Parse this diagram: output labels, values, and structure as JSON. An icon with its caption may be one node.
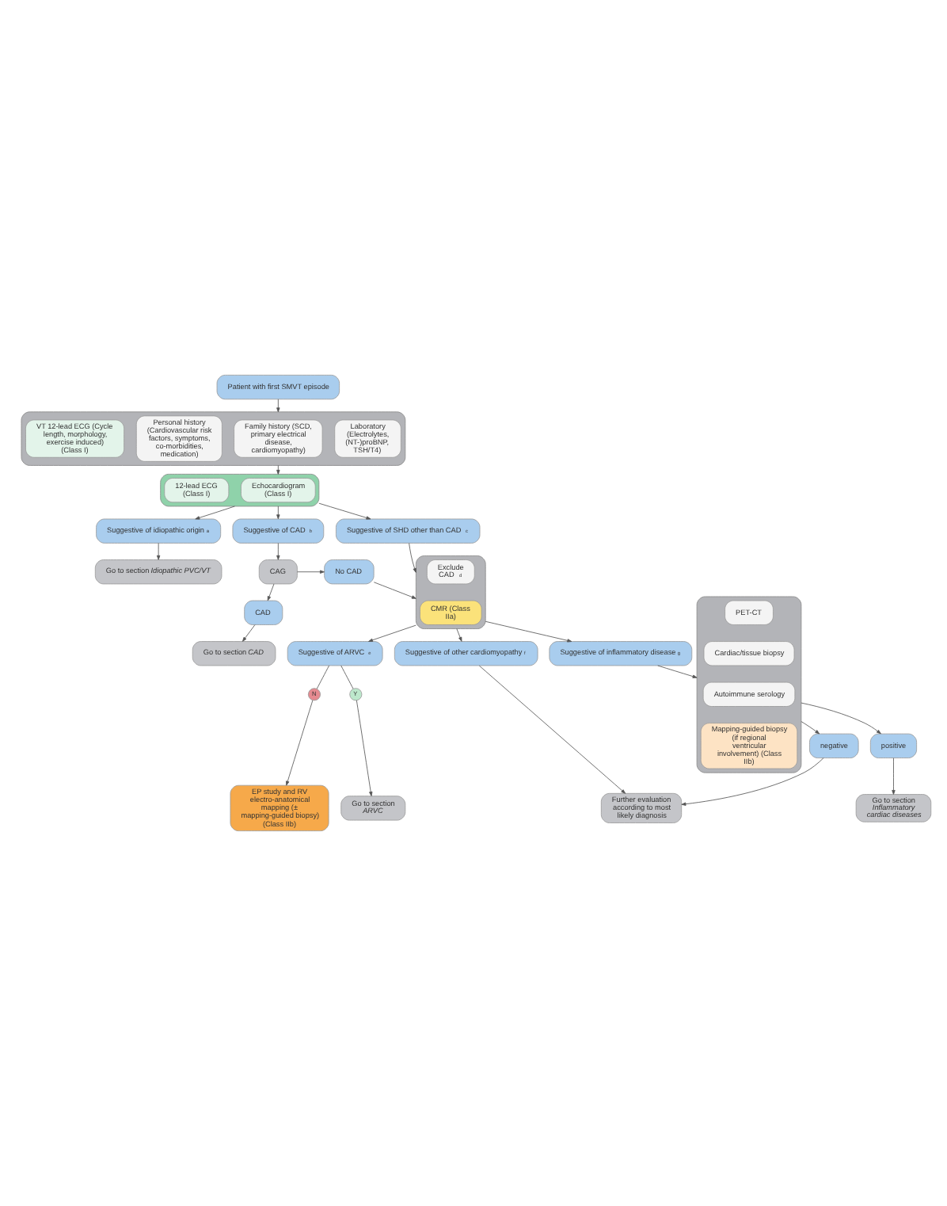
{
  "diagram": {
    "nodes": [
      {
        "text": [
          "Patient with first SMVT episode"
        ]
      },
      {
        "text": [],
        "shape": "box"
      },
      {
        "text": [
          "VT 12-lead ECG (Cycle length, morphology, exercise induced) (Class I)"
        ],
        "in": 1
      },
      {
        "text": [
          "Personal history (Cardiovascular risk factors, symptoms, co-morbidities, medication)"
        ],
        "in": 1
      },
      {
        "text": [
          "Family history (SCD, primary electrical disease, cardiomyopathy)"
        ],
        "in": 1
      },
      {
        "text": [
          "Laboratory (Electrolytes, (NT-)proBNP, TSH/T4)"
        ],
        "in": 1
      },
      {
        "text": [],
        "shape": "box"
      },
      {
        "text": [
          "12-lead ECG (Class I)"
        ],
        "in": 6
      },
      {
        "text": [
          "Echocardiogram (Class I)"
        ],
        "in": 6
      },
      {
        "text": [
          "Suggestive of idiopathic origin$^{a}$"
        ]
      },
      {
        "text": [
          "Suggestive of CAD$^{b}$"
        ]
      },
      {
        "text": [
          "Suggestive of SHD other than CAD$^{c}$"
        ]
      },
      {
        "text": [
          "Go to section *Idiopathic PVC/VT*"
        ]
      },
      {
        "text": [
          "CAG"
        ]
      },
      {
        "text": [
          "No CAD"
        ]
      },
      {
        "text": [
          "CAD"
        ]
      },
      {
        "text": [
          "Go to section *CAD*"
        ]
      },
      {
        "text": [],
        "shape": "box"
      },
      {
        "text": [
          "Exclude CAD$^{d}$"
        ],
        "in": 17
      },
      {
        "text": [
          "CMR (Class IIa)"
        ],
        "in": 17
      },
      {
        "text": [
          "Suggestive of ARVC$^{e}$"
        ]
      },
      {
        "text": [
          "Suggestive of other cardiomyopathy$^{f}$"
        ]
      },
      {
        "text": [
          "Suggestive of inflammatory disease$^{g}$"
        ]
      },
      {
        "text": [],
        "shape": "box"
      },
      {
        "text": [
          "PET-CT"
        ],
        "in": 23
      },
      {
        "text": [
          "Cardiac/tissue biopsy"
        ],
        "in": 23
      },
      {
        "text": [
          "Autoimmune serology"
        ],
        "in": 23
      },
      {
        "text": [
          "Mapping-guided biopsy (if regional ventricular involvement) (Class IIb)"
        ],
        "in": 23
      },
      {
        "text": [
          "N"
        ]
      },
      {
        "text": [
          "Y"
        ]
      },
      {
        "text": [
          "negative"
        ]
      },
      {
        "text": [
          "positive"
        ]
      },
      {
        "text": [
          "EP study and RV electro-anatomical mapping (± mapping-guided biopsy) (Class IIb)"
        ]
      },
      {
        "text": [
          "Go to section *ARVC*"
        ]
      },
      {
        "text": [
          "Further evaluation according to most likely diagnosis"
        ]
      },
      {
        "text": [
          "Go to section *Inflammatory cardiac diseases*"
        ]
      }
    ],
    "edges": [
      {
        "from": 0,
        "to": 1,
        "arrow": "to"
      },
      {
        "from": 1,
        "to": 6,
        "arrow": "to"
      },
      {
        "from": 6,
        "to": 9,
        "arrow": "to"
      },
      {
        "from": 6,
        "to": 10,
        "arrow": "to"
      },
      {
        "from": 6,
        "to": 11,
        "arrow": "to"
      },
      {
        "from": 9,
        "to": 12,
        "arrow": "to"
      },
      {
        "from": 10,
        "to": 13,
        "arrow": "to"
      },
      {
        "from": 13,
        "to": 14,
        "arrow": "to"
      },
      {
        "from": 13,
        "to": 15,
        "arrow": "to"
      },
      {
        "from": 15,
        "to": 16,
        "arrow": "to"
      },
      {
        "from": 11,
        "to": 17,
        "arrow": "to"
      },
      {
        "from": 14,
        "to": 17,
        "arrow": "to"
      },
      {
        "from": 17,
        "to": 20,
        "arrow": "to"
      },
      {
        "from": 17,
        "to": 21,
        "arrow": "to"
      },
      {
        "from": 17,
        "to": 22,
        "arrow": "to"
      },
      {
        "from": 20,
        "to": 28,
        "arrow": "none"
      },
      {
        "from": 20,
        "to": 29,
        "arrow": "none"
      },
      {
        "from": 28,
        "to": 32,
        "arrow": "to"
      },
      {
        "from": 29,
        "to": 33,
        "arrow": "to"
      },
      {
        "from": 21,
        "to": 34,
        "arrow": "to"
      },
      {
        "from": 22,
        "to": 23,
        "arrow": "to"
      },
      {
        "from": 23,
        "to": 30,
        "arrow": "to"
      },
      {
        "from": 23,
        "to": 31,
        "arrow": "to"
      },
      {
        "from": 30,
        "to": 34,
        "arrow": "to"
      },
      {
        "from": 31,
        "to": 35,
        "arrow": "to"
      }
    ]
  }
}
